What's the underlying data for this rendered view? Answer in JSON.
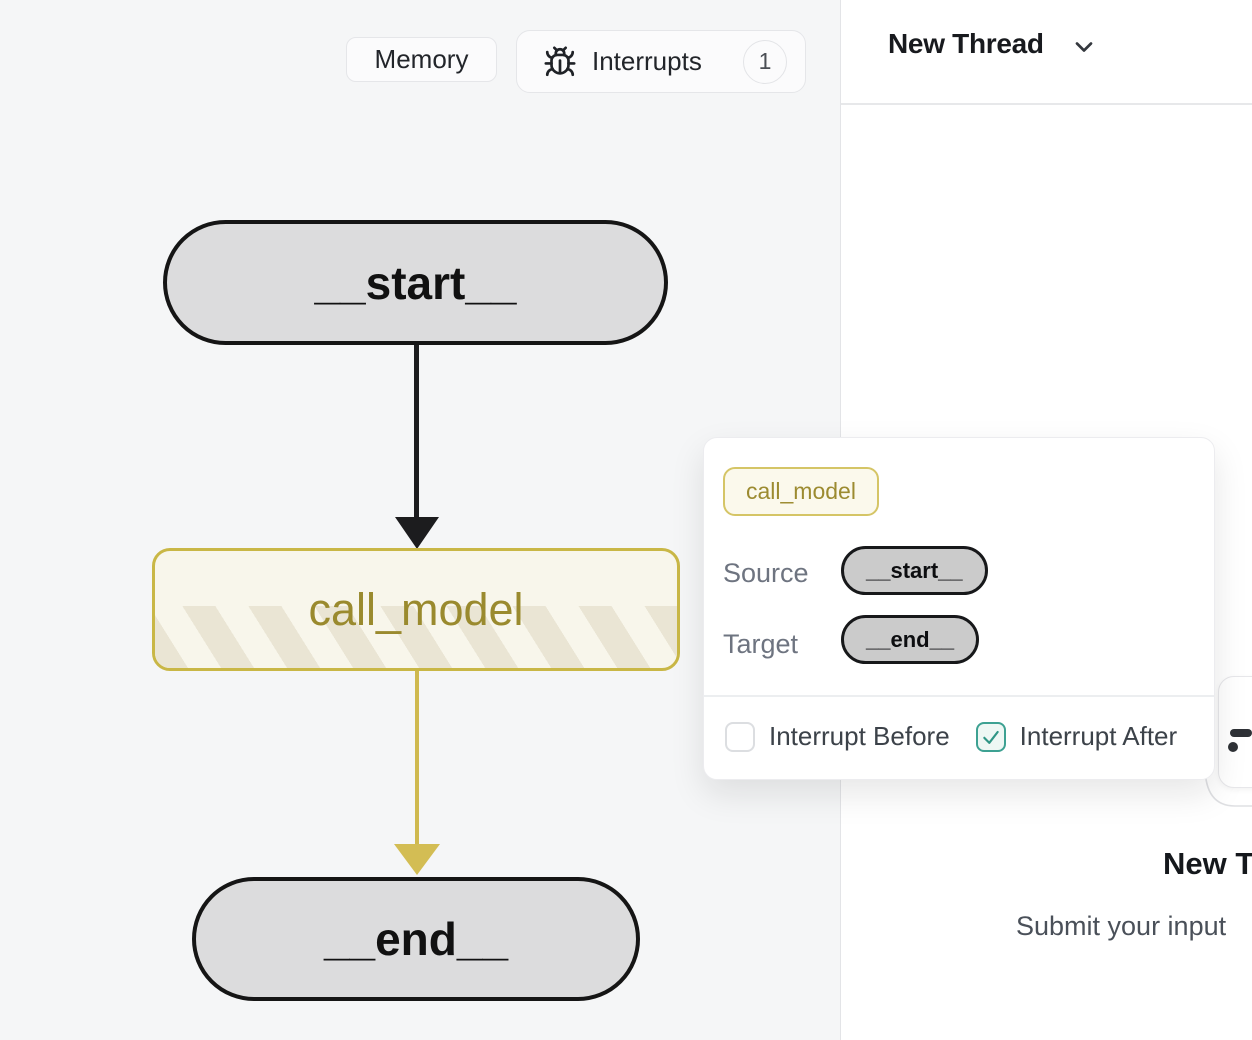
{
  "toolbar": {
    "memory_label": "Memory",
    "interrupts_label": "Interrupts",
    "interrupts_count": "1"
  },
  "graph": {
    "start_node": "__start__",
    "call_model_node": "call_model",
    "end_node": "__end__"
  },
  "popover": {
    "node_name": "call_model",
    "source_label": "Source",
    "source_value": "__start__",
    "target_label": "Target",
    "target_value": "__end__",
    "interrupt_before_label": "Interrupt Before",
    "interrupt_after_label": "Interrupt After",
    "interrupt_before_checked": false,
    "interrupt_after_checked": true
  },
  "thread_panel": {
    "title": "New Thread",
    "empty_state_heading": "New Thread",
    "empty_state_subtext": "Submit your input"
  },
  "icons": {
    "interrupts_button": "bug-icon",
    "thread_menu": "chevron-down-icon",
    "side_card": "sliders-icon",
    "interrupt_after": "check-icon"
  },
  "colors": {
    "accent_yellow_border": "#c9b746",
    "accent_yellow_text": "#9a8a2e",
    "accent_yellow_arrow": "#d3bd54",
    "teal_checkbox": "#3da192",
    "node_gray_fill": "#dcdcdd",
    "canvas_bg": "#f5f6f7"
  }
}
